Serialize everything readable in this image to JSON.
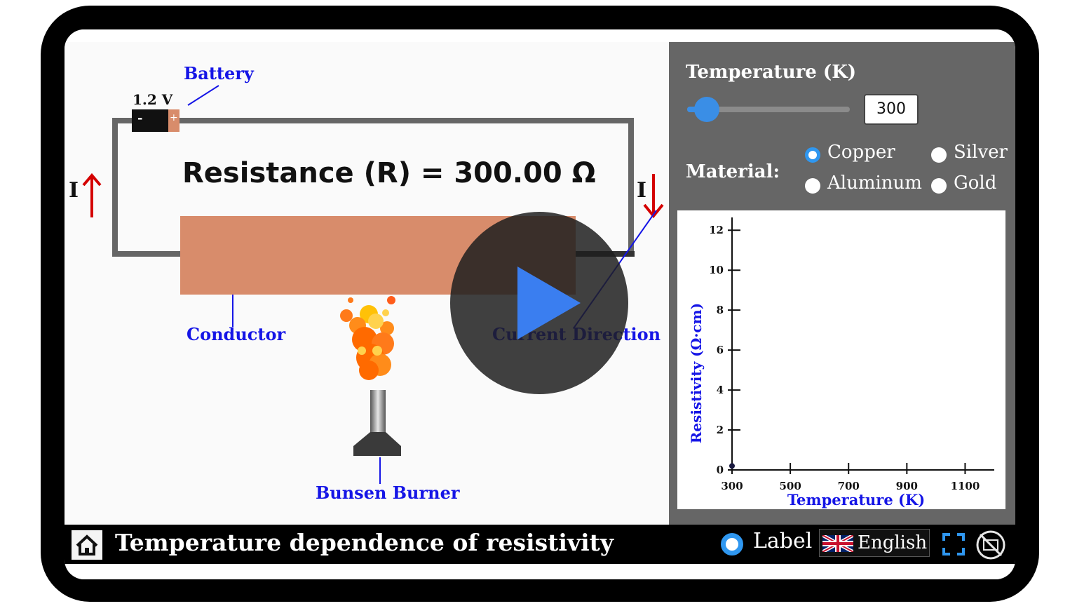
{
  "simulation": {
    "battery_label": "Battery",
    "battery_voltage": "1.2 V",
    "battery_minus": "-",
    "battery_plus": "+",
    "current_symbol_left": "I",
    "current_symbol_right": "I",
    "resistance_text": "Resistance (R) = 300.00 Ω",
    "conductor_label": "Conductor",
    "current_direction_label": "Current Direction",
    "burner_label": "Bunsen Burner",
    "colors": {
      "label": "#1515e6",
      "conductor": "#d88c6b",
      "arrow": "#d40000",
      "wire": "#666666"
    }
  },
  "controls": {
    "temperature_title": "Temperature (K)",
    "temperature_value": "300",
    "slider_fraction": 0.12,
    "material_label": "Material:",
    "materials": [
      {
        "label": "Copper",
        "selected": true
      },
      {
        "label": "Silver",
        "selected": false
      },
      {
        "label": "Aluminum",
        "selected": false
      },
      {
        "label": "Gold",
        "selected": false
      }
    ]
  },
  "chart_data": {
    "type": "scatter",
    "xlabel": "Temperature (K)",
    "ylabel": "Resistivity (Ω·cm)",
    "xlim": [
      300,
      1200
    ],
    "ylim": [
      0,
      12.5
    ],
    "xticks": [
      300,
      500,
      700,
      900,
      1100
    ],
    "yticks": [
      0,
      2,
      4,
      6,
      8,
      10,
      12
    ],
    "points": [
      {
        "x": 300,
        "y": 0.2
      }
    ]
  },
  "footer": {
    "title": "Temperature dependence of resistivity",
    "label_toggle": "Label",
    "language": "English",
    "icons": [
      "home-icon",
      "uk-flag-icon",
      "fullscreen-icon",
      "no-sign-icon"
    ]
  },
  "overlay": {
    "icon": "play-icon"
  }
}
